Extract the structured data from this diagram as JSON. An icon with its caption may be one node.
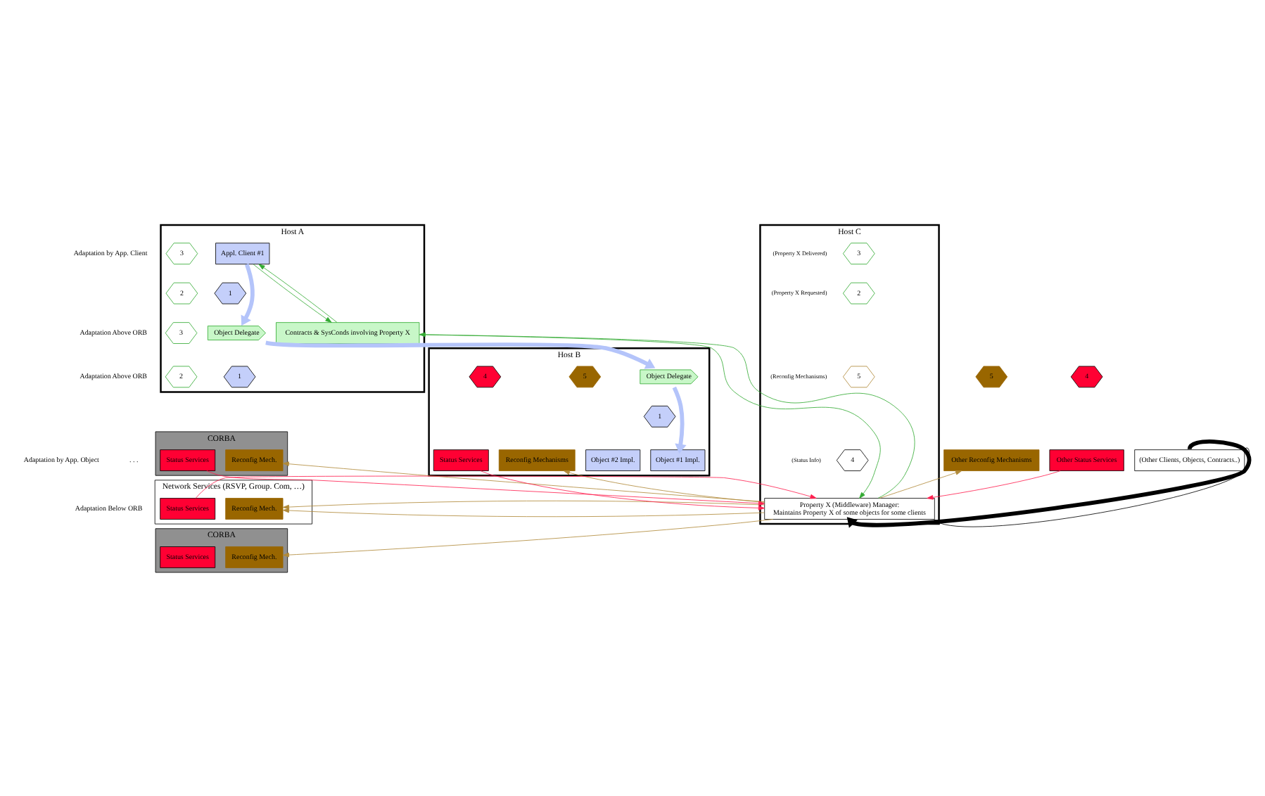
{
  "diagram": {
    "nodes": [
      {
        "text": [
          "Host A"
        ]
      },
      {
        "text": [
          "Appl. Client #1"
        ],
        "in": 0
      },
      {
        "text": [
          "3"
        ],
        "in": 0
      },
      {
        "text": [
          "2"
        ],
        "in": 0
      },
      {
        "text": [
          "1"
        ],
        "in": 0
      },
      {
        "text": [
          "Object Delegate"
        ],
        "in": 0
      },
      {
        "text": [
          "1"
        ],
        "in": 0
      },
      {
        "text": [
          "Contracts & SysConds involving Property X"
        ],
        "in": 0
      },
      {
        "text": [
          "3"
        ],
        "in": 0
      },
      {
        "text": [
          "2"
        ],
        "in": 0
      },
      {
        "text": [
          "Host C"
        ]
      },
      {
        "text": [
          "3"
        ],
        "in": 10,
        "beside": [
          "(Property X Delivered)"
        ]
      },
      {
        "text": [
          "2"
        ],
        "in": 10,
        "beside": [
          "(Property X Requested)"
        ]
      },
      {
        "text": [
          "5"
        ],
        "in": 10,
        "beside": [
          "(Reconfig Mechanisms)"
        ]
      },
      {
        "text": [
          "4"
        ],
        "in": 10,
        "beside": [
          "(Status Info)"
        ]
      },
      {
        "text": [
          "Property X (Middleware) Manager:",
          "Maintains Property X of some objects for some clients"
        ],
        "in": 10
      },
      {
        "text": [
          "CORBA"
        ]
      },
      {
        "text": [
          "Reconfig Mech."
        ],
        "in": 16
      },
      {
        "text": [
          "Status Services"
        ],
        "in": 16
      },
      {
        "text": [
          "Network Services (RSVP, Group. Com, …)"
        ]
      },
      {
        "text": [
          "Reconfig Mech."
        ],
        "in": 19
      },
      {
        "text": [
          "Status Services"
        ],
        "in": 19
      },
      {
        "text": [
          "CORBA"
        ]
      },
      {
        "text": [
          "Reconfig Mech."
        ],
        "in": 22
      },
      {
        "text": [
          "Status Services"
        ],
        "in": 22
      },
      {
        "text": [
          "Host B"
        ]
      },
      {
        "text": [
          "Object Delegate"
        ],
        "in": 25
      },
      {
        "text": [
          "1"
        ],
        "in": 25
      },
      {
        "text": [
          "Object #1 Impl."
        ],
        "in": 25
      },
      {
        "text": [
          "Object #2 Impl."
        ],
        "in": 25
      },
      {
        "text": [
          "5"
        ],
        "in": 25
      },
      {
        "text": [
          "Reconfig Mechanisms"
        ],
        "in": 25
      },
      {
        "text": [
          "4"
        ],
        "in": 25
      },
      {
        "text": [
          "Status Services"
        ],
        "in": 25
      },
      {
        "text": [
          "5"
        ]
      },
      {
        "text": [
          "Other Reconfig Mechanisms"
        ]
      },
      {
        "text": [
          "4"
        ]
      },
      {
        "text": [
          "Other Status Services"
        ]
      },
      {
        "text": [
          "(Other Clients, Objects, Contracts..)"
        ]
      }
    ],
    "edges": [
      {
        "from": 1,
        "to": 7,
        "arrow": "to",
        "color": "#33aa33"
      },
      {
        "from": 7,
        "to": 1,
        "arrow": "to",
        "color": "#33aa33"
      },
      {
        "from": 1,
        "to": 5,
        "arrow": "to",
        "style": "thick",
        "color": "#b4c4fa"
      },
      {
        "from": 5,
        "to": 26,
        "arrow": "to",
        "style": "thick",
        "color": "#b4c4fa"
      },
      {
        "from": 26,
        "to": 28,
        "arrow": "to",
        "style": "thick",
        "color": "#b4c4fa"
      },
      {
        "from": 15,
        "to": 7,
        "arrow": "to",
        "color": "#33aa33"
      },
      {
        "from": 7,
        "to": 15,
        "arrow": "to",
        "color": "#33aa33"
      },
      {
        "from": 15,
        "to": 17,
        "arrow": "to",
        "color": "#b08a3a"
      },
      {
        "from": 15,
        "to": 20,
        "arrow": "to",
        "color": "#b08a3a"
      },
      {
        "from": 15,
        "to": 23,
        "arrow": "to",
        "color": "#b08a3a"
      },
      {
        "from": 15,
        "to": 31,
        "arrow": "to",
        "color": "#b08a3a"
      },
      {
        "from": 15,
        "to": 35,
        "arrow": "to",
        "color": "#b08a3a"
      },
      {
        "from": 18,
        "to": 15,
        "arrow": "to",
        "color": "#ff2050"
      },
      {
        "from": 21,
        "to": 15,
        "arrow": "to",
        "color": "#ff2050"
      },
      {
        "from": 33,
        "to": 15,
        "arrow": "to",
        "color": "#ff2050"
      },
      {
        "from": 37,
        "to": 15,
        "arrow": "to",
        "color": "#ff2050"
      },
      {
        "from": 38,
        "to": 15,
        "arrow": "to",
        "style": "thick",
        "color": "#000000"
      },
      {
        "from": 38,
        "to": 15,
        "arrow": "to",
        "color": "#000000"
      }
    ],
    "labels": [
      "Adaptation by App. Client",
      "Adaptation Above ORB",
      "Adaptation Below ORB",
      "Adaptation Above ORB",
      "Adaptation by App. Object",
      ". . ."
    ]
  }
}
